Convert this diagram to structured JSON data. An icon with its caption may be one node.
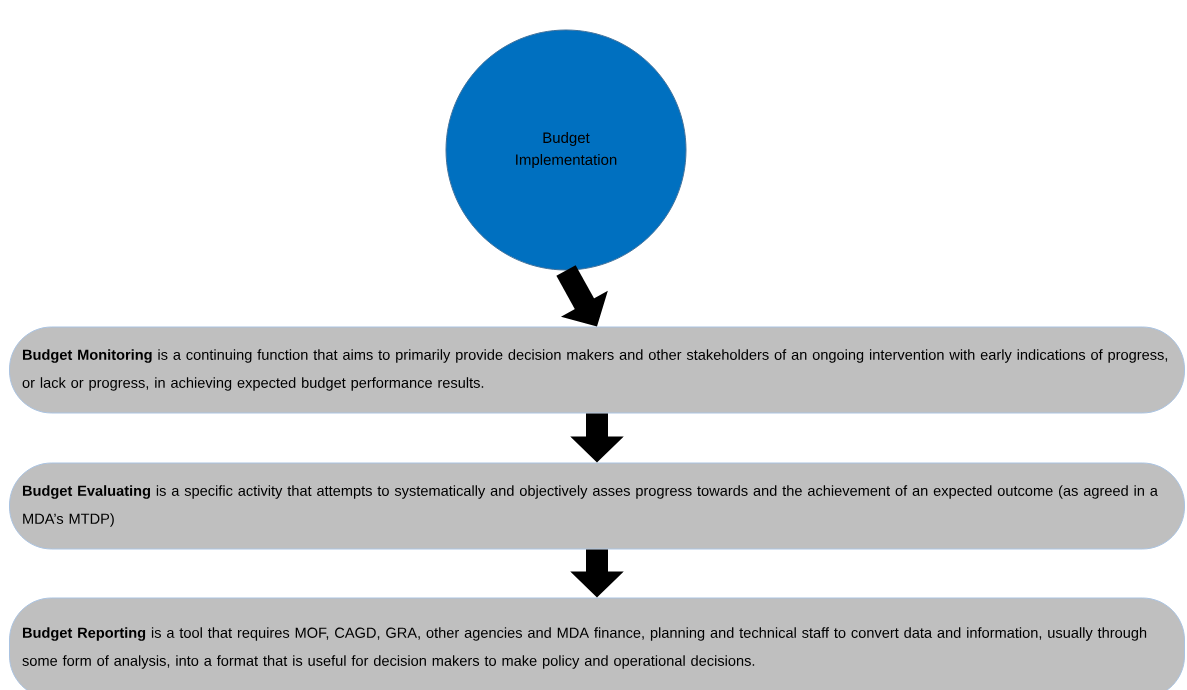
{
  "diagram": {
    "nodes": [
      {
        "text": [
          "Budget Implementation"
        ]
      },
      {
        "text": [
          "**Budget Monitoring** is a continuing function that aims to primarily provide decision makers and other stakeholders of an ongoing intervention with early indications of progress, or lack or progress, in achieving expected budget performance results."
        ]
      },
      {
        "text": [
          "**Budget Evaluating** is a specific activity that attempts to systematically and objectively asses progress towards and the achievement of an expected  outcome (as agreed in a MDA’s MTDP)"
        ]
      },
      {
        "text": [
          "**Budget Reporting** is a tool that requires MOF, CAGD, GRA, other agencies and MDA finance, planning and technical staff to convert data and information, usually through some form of analysis, into a format that is useful for decision makers to make policy and operational decisions."
        ]
      }
    ],
    "edges": [
      {
        "from": 0,
        "to": 1,
        "arrow": "to"
      },
      {
        "from": 1,
        "to": 2,
        "arrow": "to"
      },
      {
        "from": 2,
        "to": 3,
        "arrow": "to"
      }
    ]
  }
}
